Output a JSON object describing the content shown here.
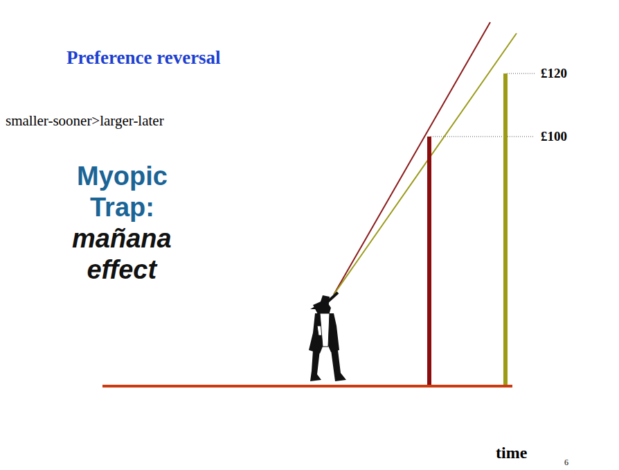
{
  "diagram": {
    "title": "Preference reversal",
    "labels": [
      "smaller-sooner>larger-later",
      "Myopic Trap:",
      "mañana effect",
      "£120",
      "£100",
      "time",
      "6"
    ]
  }
}
